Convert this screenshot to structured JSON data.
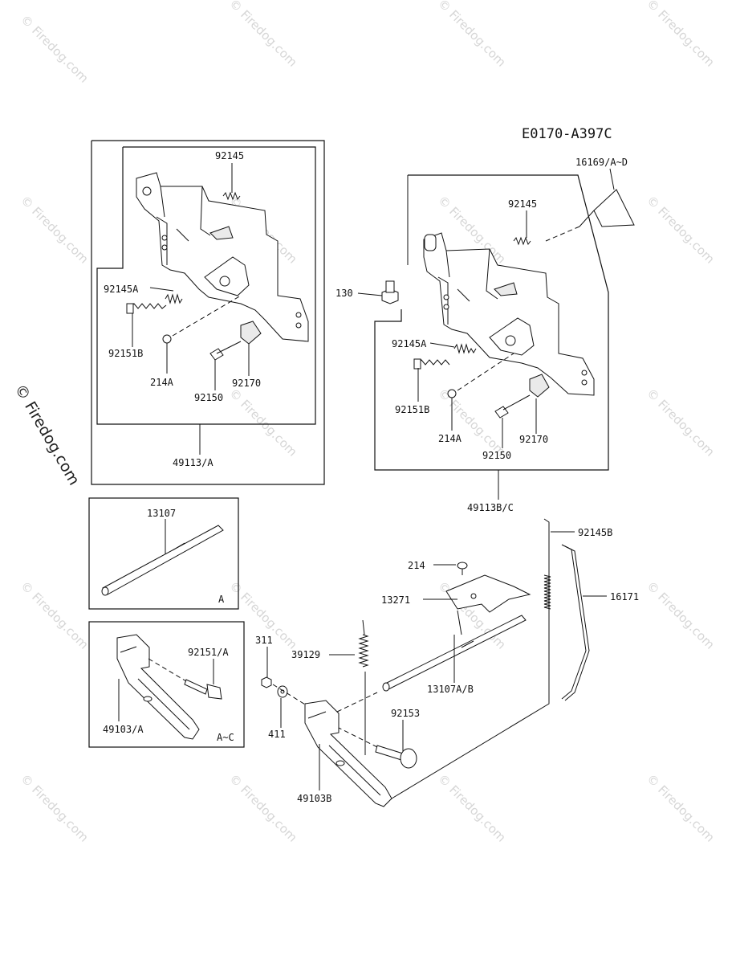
{
  "diagram_code": "E0170-A397C",
  "watermark": {
    "text": "© Firedog.com",
    "side_text": "© Firedog.com"
  },
  "labels": {
    "tl_92145": "92145",
    "tl_92145A": "92145A",
    "tl_92151B": "92151B",
    "tl_214A": "214A",
    "tl_92150": "92150",
    "tl_92170": "92170",
    "tl_49113A": "49113/A",
    "tr_16169": "16169/A~D",
    "tr_92145": "92145",
    "tr_130": "130",
    "tr_92145A": "92145A",
    "tr_92151B": "92151B",
    "tr_214A": "214A",
    "tr_92170": "92170",
    "tr_92150": "92150",
    "tr_49113BC": "49113B/C",
    "shaft_13107": "13107",
    "shaft_A": "A",
    "lever_92151A": "92151/A",
    "lever_49103A": "49103/A",
    "lever_AC": "A~C",
    "b_311": "311",
    "b_411": "411",
    "b_39129": "39129",
    "b_214": "214",
    "b_13271": "13271",
    "b_13107AB": "13107A/B",
    "b_92153": "92153",
    "b_49103B": "49103B",
    "b_92145B": "92145B",
    "b_16171": "16171"
  }
}
